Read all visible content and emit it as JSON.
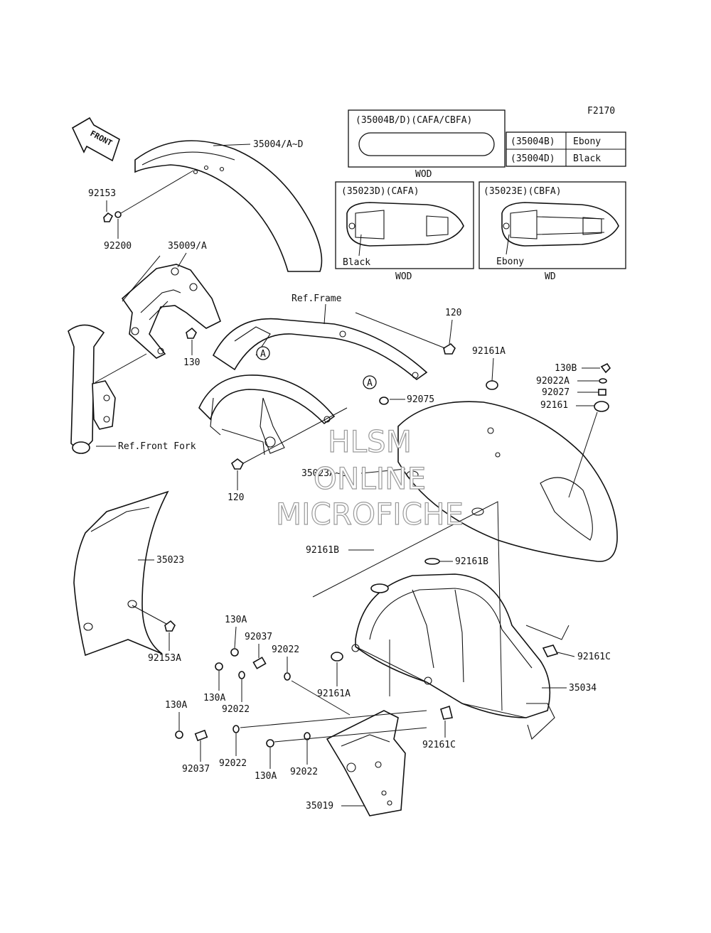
{
  "figure_code": "F2170",
  "front_arrow": "FRONT",
  "watermark": {
    "line1": "HLSM",
    "line2": "ONLINE",
    "line3": "MICROFICHE"
  },
  "variant_boxes": {
    "top": {
      "header": "(35004B/D)(CAFA/CBFA)",
      "caption": "WOD"
    },
    "color_table": [
      {
        "part": "(35004B)",
        "color": "Ebony"
      },
      {
        "part": "(35004D)",
        "color": "Black"
      }
    ],
    "left": {
      "header": "(35023D)(CAFA)",
      "color": "Black",
      "caption": "WOD"
    },
    "right": {
      "header": "(35023E)(CBFA)",
      "color": "Ebony",
      "caption": "WD"
    }
  },
  "refs": {
    "frame": "Ref.Frame",
    "front_fork": "Ref.Front Fork",
    "marker": "A"
  },
  "labels": {
    "p35004": "35004/A~D",
    "p92153": "92153",
    "p92200": "92200",
    "p35009": "35009/A",
    "p130": "130",
    "p120a": "120",
    "p120b": "120",
    "p92161A_a": "92161A",
    "p130B": "130B",
    "p92022A": "92022A",
    "p92027": "92027",
    "p92161": "92161",
    "p92075": "92075",
    "p35023AE": "35023A~E",
    "p35023": "35023",
    "p92153A": "92153A",
    "p92161B_l": "92161B",
    "p92161B_r": "92161B",
    "p130A_1": "130A",
    "p92037_1": "92037",
    "p92022_1": "92022",
    "p130A_2": "130A",
    "p92022_2": "92022",
    "p92161A_b": "92161A",
    "p92161C_a": "92161C",
    "p35034": "35034",
    "p130A_3": "130A",
    "p92037_2": "92037",
    "p92022_3": "92022",
    "p130A_4": "130A",
    "p92022_4": "92022",
    "p92161C_b": "92161C",
    "p35019": "35019"
  }
}
